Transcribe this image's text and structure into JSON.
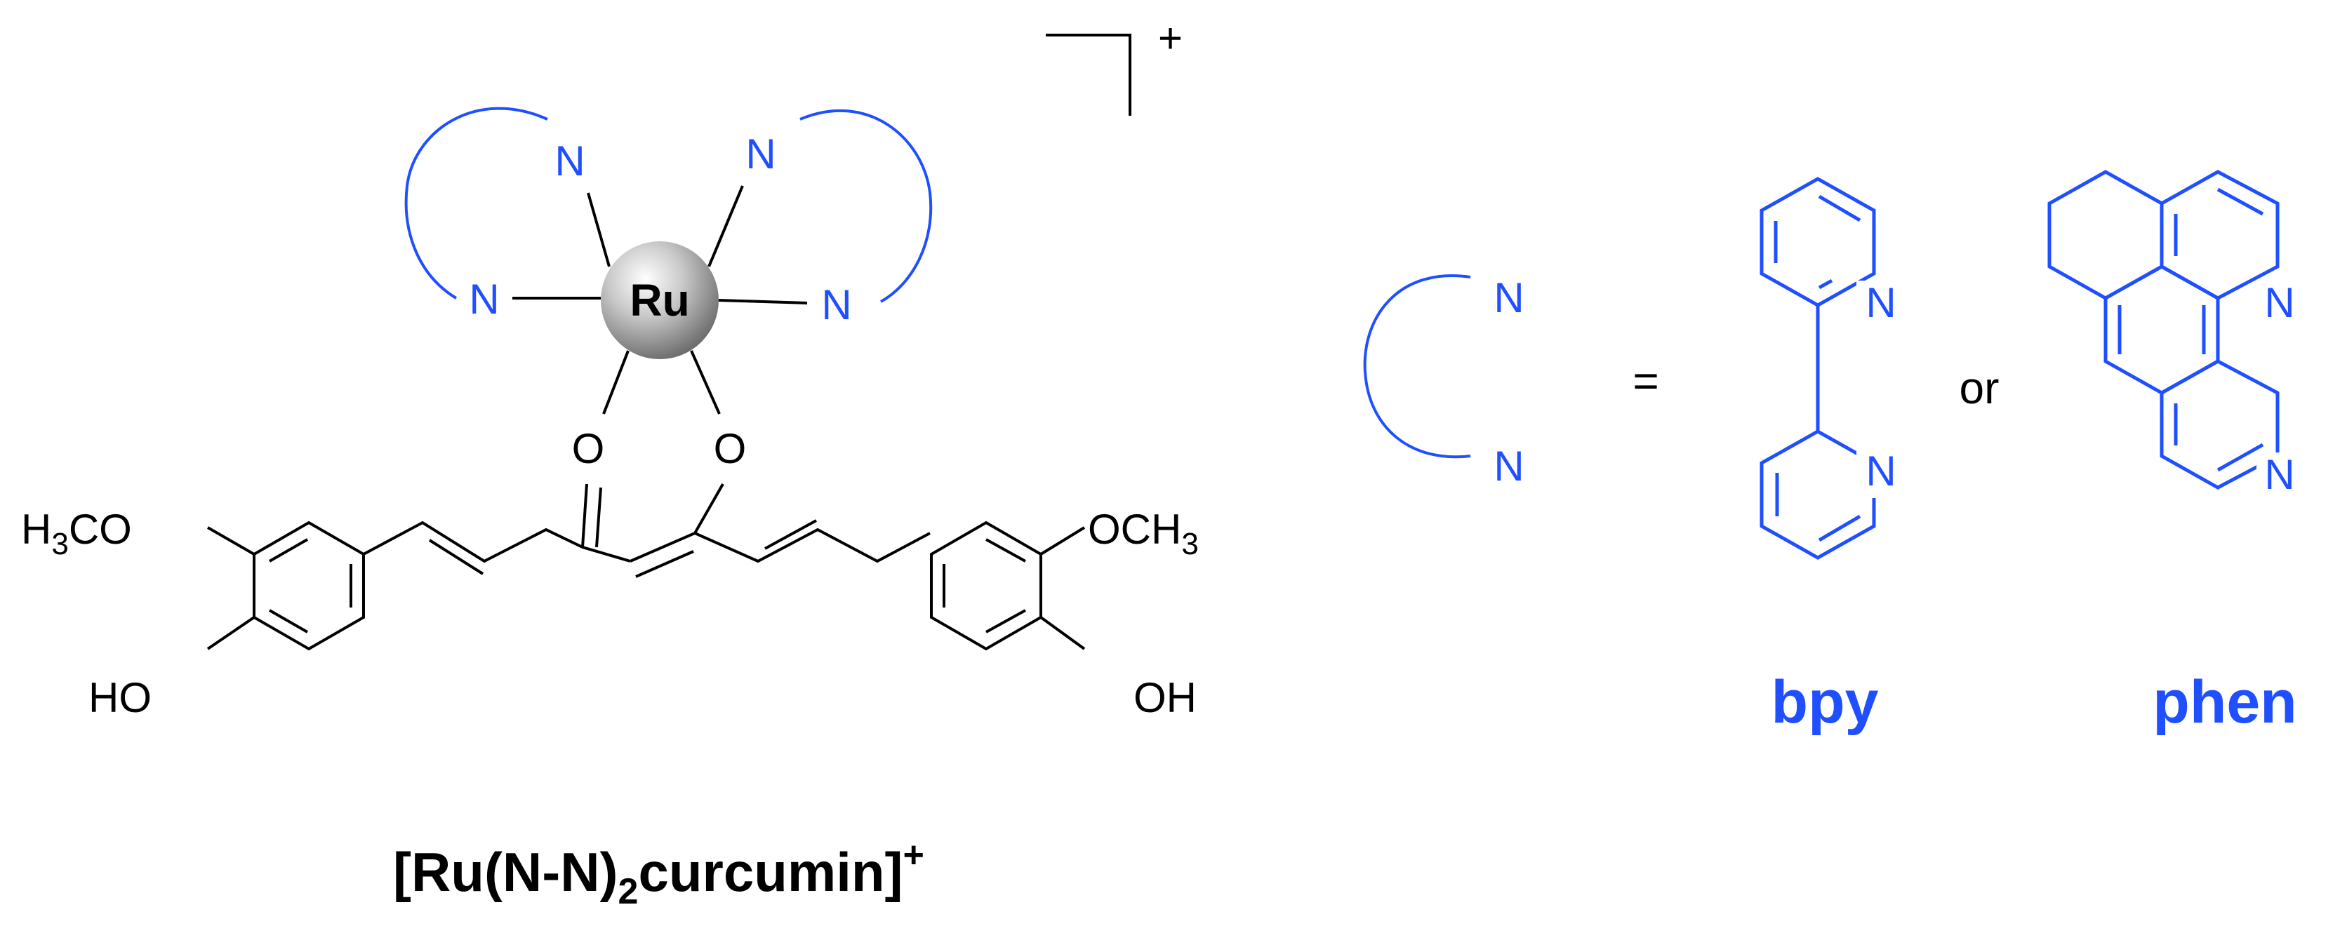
{
  "charge": "+",
  "metal": "Ru",
  "atoms": {
    "nitrogen": "N",
    "oxygen": "O",
    "methoxy_left": "H3CO",
    "methoxy_right": "OCH3",
    "hydroxy_left": "HO",
    "hydroxy_right": "OH"
  },
  "caption": {
    "open": "[Ru(N-N)",
    "subscript": "2",
    "rest": "curcumin]",
    "superscript": "+"
  },
  "legend": {
    "equals": "=",
    "or": "or",
    "bpy_label": "bpy",
    "phen_label": "phen"
  },
  "colors": {
    "ligand_blue": "#1f4fff",
    "bond_black": "#000000",
    "ru_sphere": "#9a9a9a"
  }
}
